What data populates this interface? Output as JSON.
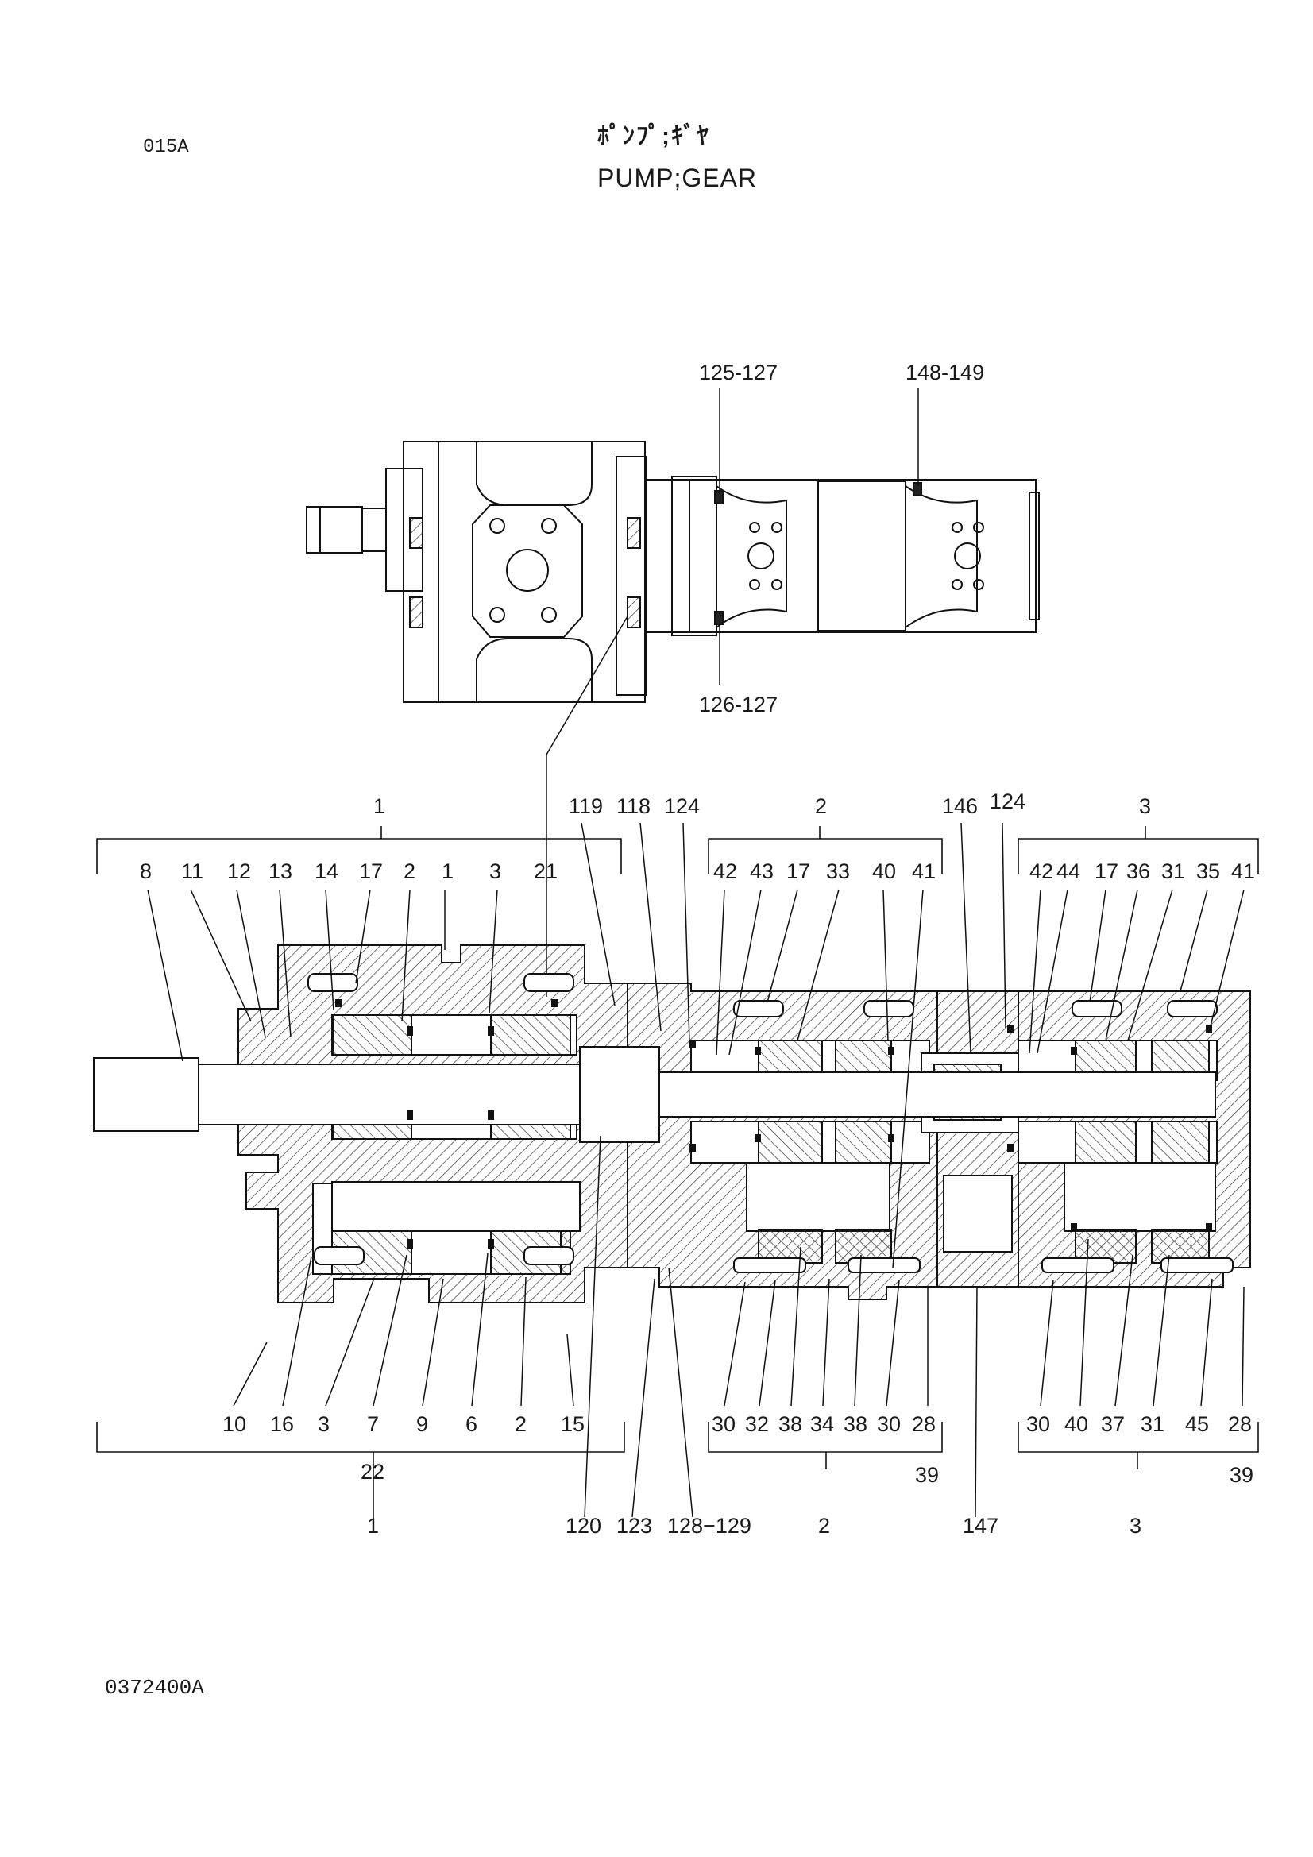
{
  "header": {
    "page_code": "015A",
    "title_jp": "ﾎﾟﾝﾌﾟ;ｷﾞﾔ",
    "title_en": "PUMP;GEAR"
  },
  "footer": {
    "drawing_number": "0372400A"
  },
  "top_view_labels": {
    "l125": "125-127",
    "l148": "148-149",
    "l126": "126-127"
  },
  "groups": {
    "top": [
      "1",
      "2",
      "3"
    ],
    "bottom": [
      "1",
      "2",
      "3"
    ],
    "sub_22": "22",
    "sub_39a": "39",
    "sub_39b": "39"
  },
  "top_callouts": [
    "8",
    "11",
    "12",
    "13",
    "14",
    "17",
    "2",
    "1",
    "3",
    "21",
    "119",
    "118",
    "124",
    "42",
    "43",
    "17",
    "33",
    "40",
    "41",
    "146",
    "124",
    "42",
    "44",
    "17",
    "36",
    "31",
    "35",
    "41"
  ],
  "bottom_callouts": [
    "10",
    "16",
    "3",
    "7",
    "9",
    "6",
    "2",
    "15",
    "30",
    "32",
    "38",
    "34",
    "38",
    "30",
    "28",
    "30",
    "40",
    "37",
    "31",
    "45",
    "28"
  ],
  "lower_callouts": [
    "120",
    "123",
    "128−129",
    "147"
  ]
}
